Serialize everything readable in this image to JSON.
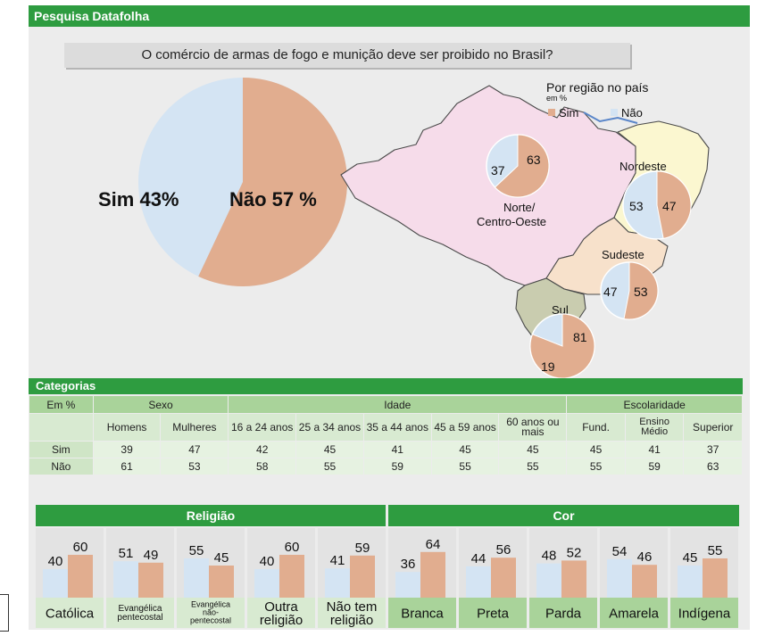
{
  "header": {
    "title": "Pesquisa Datafolha"
  },
  "question": "O comércio de armas de fogo e munição deve ser proibido no Brasil?",
  "colors": {
    "sim": "#e1ad8f",
    "nao": "#d4e4f3",
    "green": "#2e9c40",
    "map_norte": "#f6dcea",
    "map_nordeste": "#fbf7d0",
    "map_sudeste": "#f7e1cb",
    "map_sul": "#c9ccaf"
  },
  "chart_data": [
    {
      "type": "pie",
      "labels": [
        "Sim 43%",
        "Não 57 %"
      ],
      "categories": [
        "Sim",
        "Não"
      ],
      "values": [
        43,
        57
      ]
    },
    {
      "type": "pie",
      "title": "Por região no país",
      "unit": "em %",
      "legend": [
        "Sim",
        "Não"
      ],
      "legend_position": "top-right",
      "regions": [
        {
          "name": "Norte/ Centro-Oeste",
          "sim": 63,
          "nao": 37
        },
        {
          "name": "Nordeste",
          "sim": 47,
          "nao": 53
        },
        {
          "name": "Sudeste",
          "sim": 53,
          "nao": 47
        },
        {
          "name": "Sul",
          "sim": 81,
          "nao": 19
        }
      ]
    },
    {
      "type": "table",
      "title": "Categorias",
      "corner": "Em %",
      "groups": [
        {
          "name": "Sexo",
          "columns": [
            "Homens",
            "Mulheres"
          ]
        },
        {
          "name": "Idade",
          "columns": [
            "16 a 24 anos",
            "25 a 34 anos",
            "35 a 44 anos",
            "45 a 59 anos",
            "60 anos ou mais"
          ]
        },
        {
          "name": "Escolaridade",
          "columns": [
            "Fund.",
            "Ensino Médio",
            "Superior"
          ]
        }
      ],
      "rows": [
        {
          "label": "Sim",
          "values": [
            39,
            47,
            42,
            45,
            41,
            45,
            45,
            45,
            41,
            37
          ]
        },
        {
          "label": "Não",
          "values": [
            61,
            53,
            58,
            55,
            59,
            55,
            55,
            55,
            59,
            63
          ]
        }
      ]
    },
    {
      "type": "bar",
      "title": "Religião",
      "categories": [
        "Católica",
        "Evangélica pentecostal",
        "Evangélica não-pentecostal",
        "Outra religião",
        "Não tem religião"
      ],
      "series": [
        {
          "name": "Não",
          "values": [
            40,
            51,
            55,
            40,
            41
          ]
        },
        {
          "name": "Sim",
          "values": [
            60,
            49,
            45,
            60,
            59
          ]
        }
      ]
    },
    {
      "type": "bar",
      "title": "Cor",
      "categories": [
        "Branca",
        "Preta",
        "Parda",
        "Amarela",
        "Indígena"
      ],
      "series": [
        {
          "name": "Não",
          "values": [
            36,
            44,
            48,
            54,
            45
          ]
        },
        {
          "name": "Sim",
          "values": [
            64,
            56,
            52,
            46,
            55
          ]
        }
      ]
    }
  ]
}
